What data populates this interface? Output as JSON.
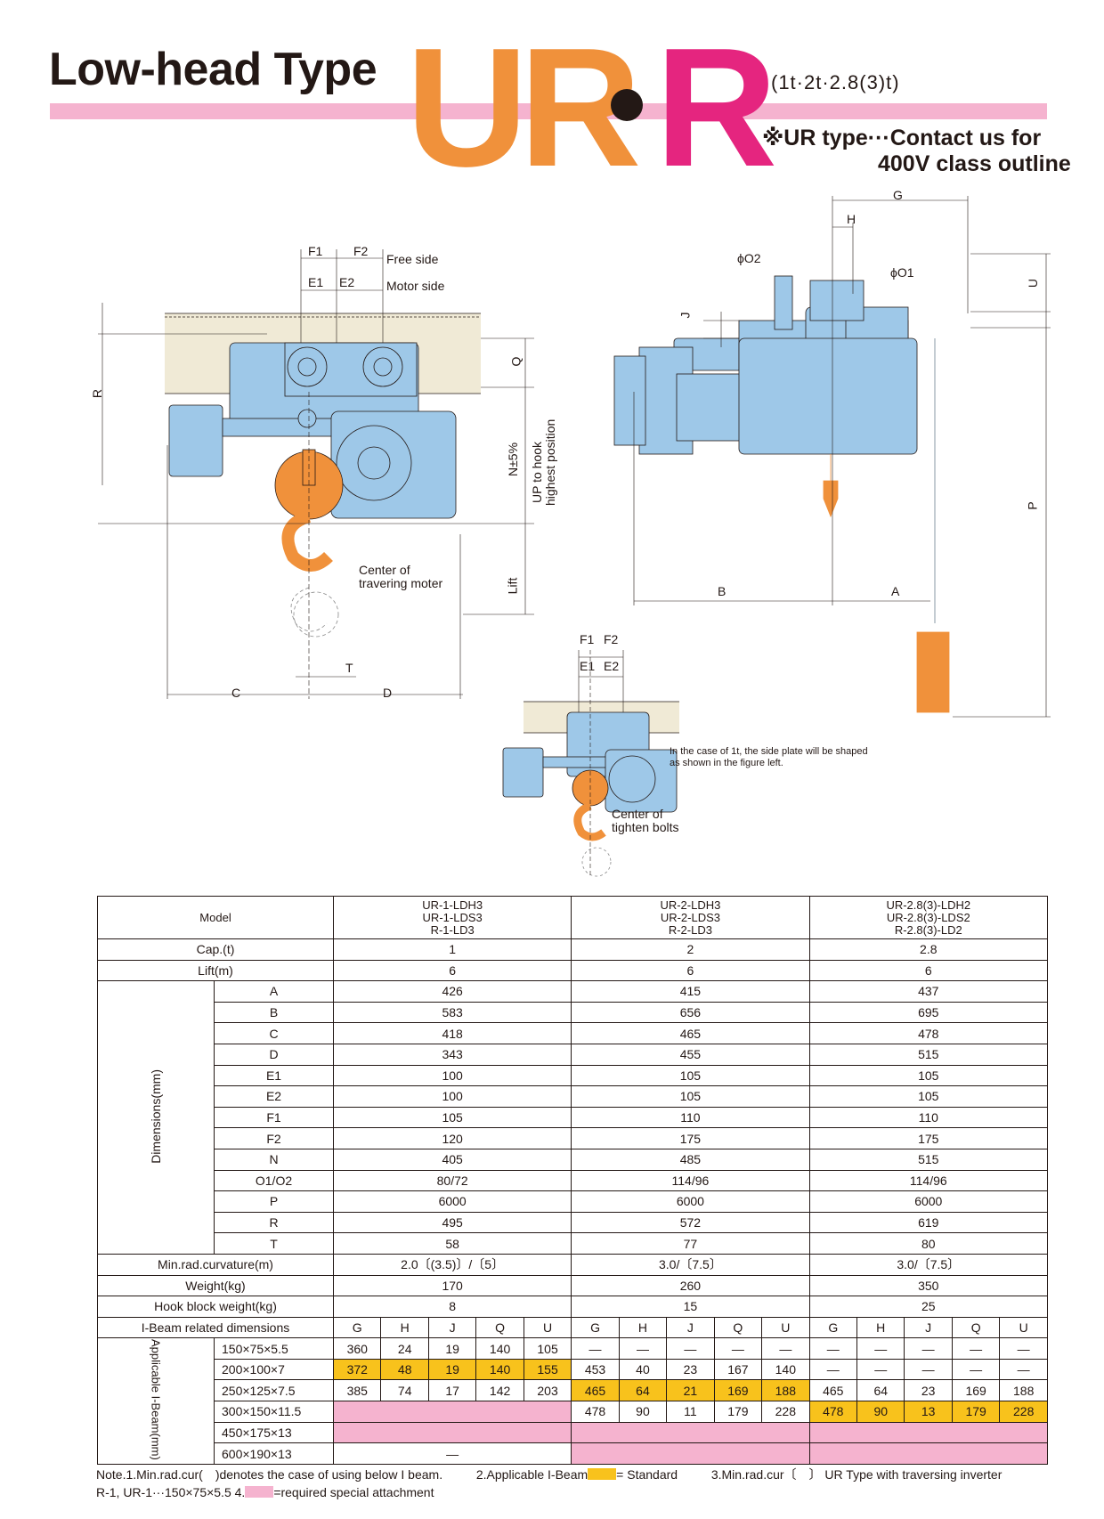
{
  "header": {
    "title": "Low-head Type",
    "brand_ur": "UR",
    "brand_r": "R",
    "capacity": "(1t·2t·2.8(3)t)",
    "note_line1": "※UR type···Contact us for",
    "note_line2": "400V class outline"
  },
  "diagram_labels": {
    "f1": "F1",
    "f2": "F2",
    "e1": "E1",
    "e2": "E2",
    "free_side": "Free side",
    "motor_side": "Motor side",
    "r": "R",
    "q": "Q",
    "n": "N±5%",
    "up_to_hook_1": "UP to hook",
    "up_to_hook_2": "highest position",
    "lift": "Lift",
    "center_traversing_1": "Center of",
    "center_traversing_2": "travering moter",
    "t": "T",
    "c": "C",
    "d": "D",
    "g": "G",
    "h": "H",
    "j": "J",
    "u": "U",
    "p": "P",
    "a": "A",
    "b": "B",
    "o2": "ϕO2",
    "o1": "ϕO1",
    "side_plate_1": "In the case of 1t, the side plate will be shaped",
    "side_plate_2": "as shown in the figure left.",
    "center_bolts_1": "Center of",
    "center_bolts_2": "tighten bolts"
  },
  "colors": {
    "orange": "#f0913b",
    "magenta": "#e5257f",
    "pink": "#f5b3cf",
    "yellow": "#f8c21c",
    "blue": "#9ec8e8"
  },
  "table": {
    "model_label": "Model",
    "models": [
      [
        "UR-1-LDH3",
        "UR-1-LDS3",
        "R-1-LD3"
      ],
      [
        "UR-2-LDH3",
        "UR-2-LDS3",
        "R-2-LD3"
      ],
      [
        "UR-2.8(3)-LDH2",
        "UR-2.8(3)-LDS2",
        "R-2.8(3)-LD2"
      ]
    ],
    "cap_label": "Cap.(t)",
    "cap": [
      "1",
      "2",
      "2.8"
    ],
    "lift_label": "Lift(m)",
    "lift": [
      "6",
      "6",
      "6"
    ],
    "dims_label": "Dimensions(mm)",
    "dims": [
      {
        "k": "A",
        "v": [
          "426",
          "415",
          "437"
        ]
      },
      {
        "k": "B",
        "v": [
          "583",
          "656",
          "695"
        ]
      },
      {
        "k": "C",
        "v": [
          "418",
          "465",
          "478"
        ]
      },
      {
        "k": "D",
        "v": [
          "343",
          "455",
          "515"
        ]
      },
      {
        "k": "E1",
        "v": [
          "100",
          "105",
          "105"
        ]
      },
      {
        "k": "E2",
        "v": [
          "100",
          "105",
          "105"
        ]
      },
      {
        "k": "F1",
        "v": [
          "105",
          "110",
          "110"
        ]
      },
      {
        "k": "F2",
        "v": [
          "120",
          "175",
          "175"
        ]
      },
      {
        "k": "N",
        "v": [
          "405",
          "485",
          "515"
        ]
      },
      {
        "k": "O1/O2",
        "v": [
          "80/72",
          "114/96",
          "114/96"
        ]
      },
      {
        "k": "P",
        "v": [
          "6000",
          "6000",
          "6000"
        ]
      },
      {
        "k": "R",
        "v": [
          "495",
          "572",
          "619"
        ]
      },
      {
        "k": "T",
        "v": [
          "58",
          "77",
          "80"
        ]
      }
    ],
    "minrad_label": "Min.rad.curvature(m)",
    "minrad": [
      "2.0〔(3.5)〕/〔5〕",
      "3.0/〔7.5〕",
      "3.0/〔7.5〕"
    ],
    "weight_label": "Weight(kg)",
    "weight": [
      "170",
      "260",
      "350"
    ],
    "hook_label": "Hook block weight(kg)",
    "hook": [
      "8",
      "15",
      "25"
    ],
    "ibeam_label": "I-Beam related dimensions",
    "ibeam_cols": [
      "G",
      "H",
      "J",
      "Q",
      "U"
    ],
    "applicable_label": "Applicable I-Beam(mm)",
    "ibeam_rows": [
      {
        "size": "150×75×5.5",
        "a": [
          "360",
          "24",
          "19",
          "140",
          "105"
        ],
        "b": [
          "—",
          "—",
          "—",
          "—",
          "—"
        ],
        "c": [
          "—",
          "—",
          "—",
          "—",
          "—"
        ]
      },
      {
        "size": "200×100×7",
        "a": [
          "372",
          "48",
          "19",
          "140",
          "155"
        ],
        "b": [
          "453",
          "40",
          "23",
          "167",
          "140"
        ],
        "c": [
          "—",
          "—",
          "—",
          "—",
          "—"
        ]
      },
      {
        "size": "250×125×7.5",
        "a": [
          "385",
          "74",
          "17",
          "142",
          "203"
        ],
        "b": [
          "465",
          "64",
          "21",
          "169",
          "188"
        ],
        "c": [
          "465",
          "64",
          "23",
          "169",
          "188"
        ]
      },
      {
        "size": "300×150×11.5",
        "b": [
          "478",
          "90",
          "11",
          "179",
          "228"
        ],
        "c": [
          "478",
          "90",
          "13",
          "179",
          "228"
        ]
      },
      {
        "size": "450×175×13"
      },
      {
        "size": "600×190×13",
        "a_dash": "—"
      }
    ]
  },
  "footer": {
    "note1": "Note.1.Min.rad.cur(　)denotes the case of using below I beam.",
    "note2a": "2.Applicable I-Beam",
    "note2b": "= Standard",
    "note3": "3.Min.rad.cur〔　〕 UR Type with traversing inverter",
    "note_line2a": "R-1, UR-1···150×75×5.5  4.",
    "note_line2b": "=required special attachment"
  }
}
